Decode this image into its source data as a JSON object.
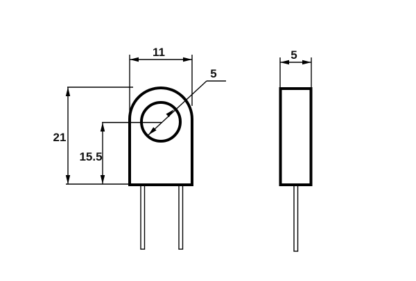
{
  "page": {
    "background": "#ffffff"
  },
  "drawing": {
    "colors": {
      "lines": "#000000",
      "text": "#111111",
      "fill": "#ffffff"
    },
    "front_view": {
      "width_label": "11",
      "height_label": "21",
      "hole_center_height_label": "15.5",
      "hole_diameter_label": "5"
    },
    "side_view": {
      "depth_label": "5"
    }
  }
}
